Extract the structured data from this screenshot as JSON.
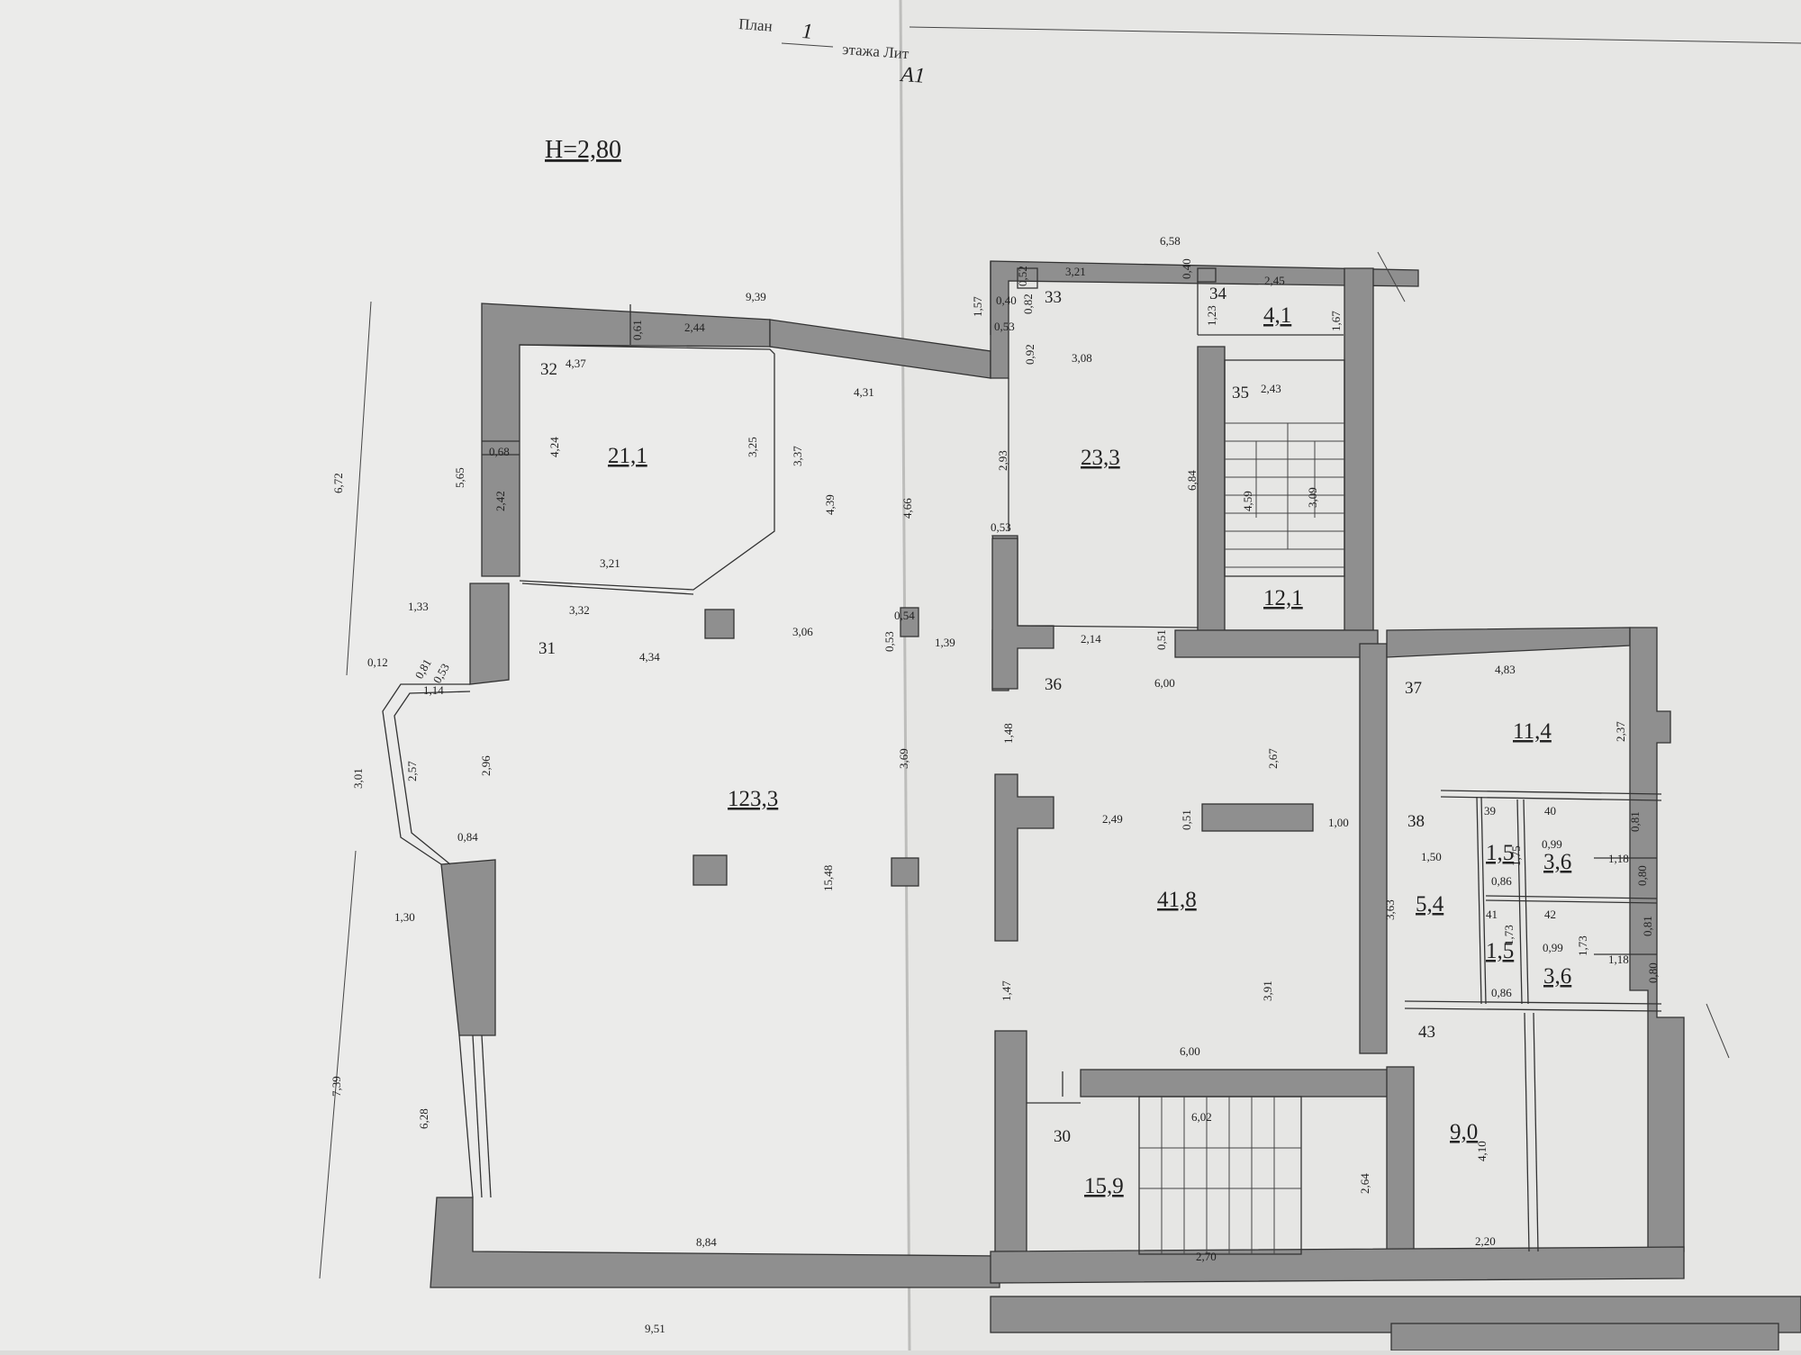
{
  "header": {
    "prefix": "План",
    "floor": "1",
    "suffix": "этажа Лит",
    "litera": "А1"
  },
  "height_label": "H=2,80",
  "rooms": [
    {
      "num": "31",
      "area": "123,3"
    },
    {
      "num": "32",
      "area": "21,1"
    },
    {
      "num": "33",
      "area": "23,3"
    },
    {
      "num": "34",
      "area": "4,1"
    },
    {
      "num": "35",
      "area": "12,1"
    },
    {
      "num": "36",
      "area": "41,8"
    },
    {
      "num": "37",
      "area": "11,4"
    },
    {
      "num": "38",
      "area": "5,4"
    },
    {
      "num": "39",
      "area": "1,5"
    },
    {
      "num": "40",
      "area": "3,6"
    },
    {
      "num": "41",
      "area": "1,5"
    },
    {
      "num": "42",
      "area": "3,6"
    },
    {
      "num": "43",
      "area": "9,0"
    },
    {
      "num": "30",
      "area": "15,9"
    }
  ],
  "dims": [
    "9,39",
    "6,58",
    "6,72",
    "7,39",
    "9,51",
    "8,84",
    "15,48",
    "4,37",
    "2,44",
    "0,61",
    "3,21",
    "0,40",
    "0,52",
    "0,40",
    "1,57",
    "0,53",
    "0,82",
    "2,45",
    "1,23",
    "1,67",
    "4,31",
    "3,08",
    "0,92",
    "2,43",
    "5,65",
    "0,68",
    "4,24",
    "3,25",
    "3,37",
    "4,39",
    "4,66",
    "2,93",
    "6,84",
    "4,59",
    "3,09",
    "2,42",
    "3,21",
    "0,53",
    "3,32",
    "1,33",
    "0,54",
    "3,06",
    "1,39",
    "0,53",
    "2,14",
    "0,51",
    "4,34",
    "0,12",
    "0,81",
    "0,53",
    "1,14",
    "6,00",
    "4,83",
    "1,48",
    "2,67",
    "2,37",
    "3,01",
    "2,57",
    "2,96",
    "3,69",
    "2,49",
    "0,51",
    "1,00",
    "0,84",
    "1,50",
    "0,99",
    "1,75",
    "0,81",
    "0,86",
    "1,18",
    "0,80",
    "1,30",
    "3,63",
    "1,73",
    "0,99",
    "1,73",
    "0,81",
    "0,86",
    "1,18",
    "0,80",
    "1,47",
    "3,91",
    "6,00",
    "6,02",
    "6,28",
    "2,64",
    "4,10",
    "2,70",
    "2,20"
  ]
}
